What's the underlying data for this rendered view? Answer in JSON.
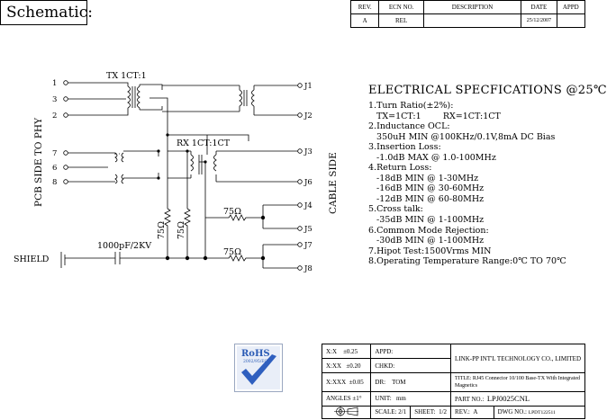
{
  "header": {
    "title": "Schematic:",
    "revision_table": {
      "columns": [
        "REV.",
        "ECN NO.",
        "DESCRIPTION",
        "DATE",
        "APPD"
      ],
      "rows": [
        [
          "A",
          "REL",
          "",
          "25/12/2007",
          ""
        ]
      ]
    }
  },
  "schematic": {
    "pins_left": [
      "1",
      "3",
      "2",
      "7",
      "6",
      "8"
    ],
    "pins_right": [
      "J1",
      "J2",
      "J3",
      "J6",
      "J4",
      "J5",
      "J7",
      "J8"
    ],
    "tx_label": "TX 1CT:1",
    "rx_label": "RX 1CT:1CT",
    "side_left": "PCB SIDE TO PHY",
    "side_right": "CABLE SIDE",
    "shield_label": "SHIELD",
    "cap_label": "1000pF/2KV",
    "resistor_label": "75Ω"
  },
  "specs": {
    "title": "ELECTRICAL SPECFICATIONS @25℃",
    "lines": [
      "1.Turn Ratio(±2%):",
      "   TX=1CT:1        RX=1CT:1CT",
      "2.Inductance OCL:",
      "   350uH MIN @100KHz/0.1V,8mA DC Bias",
      "3.Insertion Loss:",
      "   -1.0dB MAX @ 1.0-100MHz",
      "4.Return Loss:",
      "   -18dB MIN @ 1-30MHz",
      "   -16dB MIN @ 30-60MHz",
      "   -12dB MIN @ 60-80MHz",
      "5.Cross talk:",
      "   -35dB MIN @ 1-100MHz",
      "6.Common Mode Rejection:",
      "   -30dB MIN @ 1-100MHz",
      "7.Hipot Test:1500Vrms MIN",
      "8.Operating Temperature Range:0℃ TO 70℃"
    ]
  },
  "rohs": {
    "label": "RoHS",
    "sublabel": "2002/95/EC"
  },
  "titleblock": {
    "tol1_label": "X:X",
    "tol1_value": "±0.25",
    "tol2_label": "X:XX",
    "tol2_value": "±0.20",
    "tol3_label": "X:XXX",
    "tol3_value": "±0.05",
    "angles_label": "ANGLES",
    "angles_value": "±1°",
    "appd_label": "APPD:",
    "chkd_label": "CHKD:",
    "dr_label": "DR:",
    "dr_value": "TOM",
    "unit_label": "UNIT:",
    "unit_value": "mm",
    "company": "LINK-PP INT'L TECHNOLOGY CO., LIMITED",
    "title_label": "TITLE:",
    "title_value": "RJ45 Connector 10/100 Base-TX With Integrated Magnetics",
    "part_label": "PART NO.:",
    "part_value": "LPJ0025CNL",
    "scale_label": "SCALE:",
    "scale_value": "2/1",
    "sheet_label": "SHEET:",
    "sheet_value": "1/2",
    "rev_label": "REV.:",
    "rev_value": "A",
    "dwg_label": "DWG NO.:",
    "dwg_value": "LPDT122511"
  }
}
